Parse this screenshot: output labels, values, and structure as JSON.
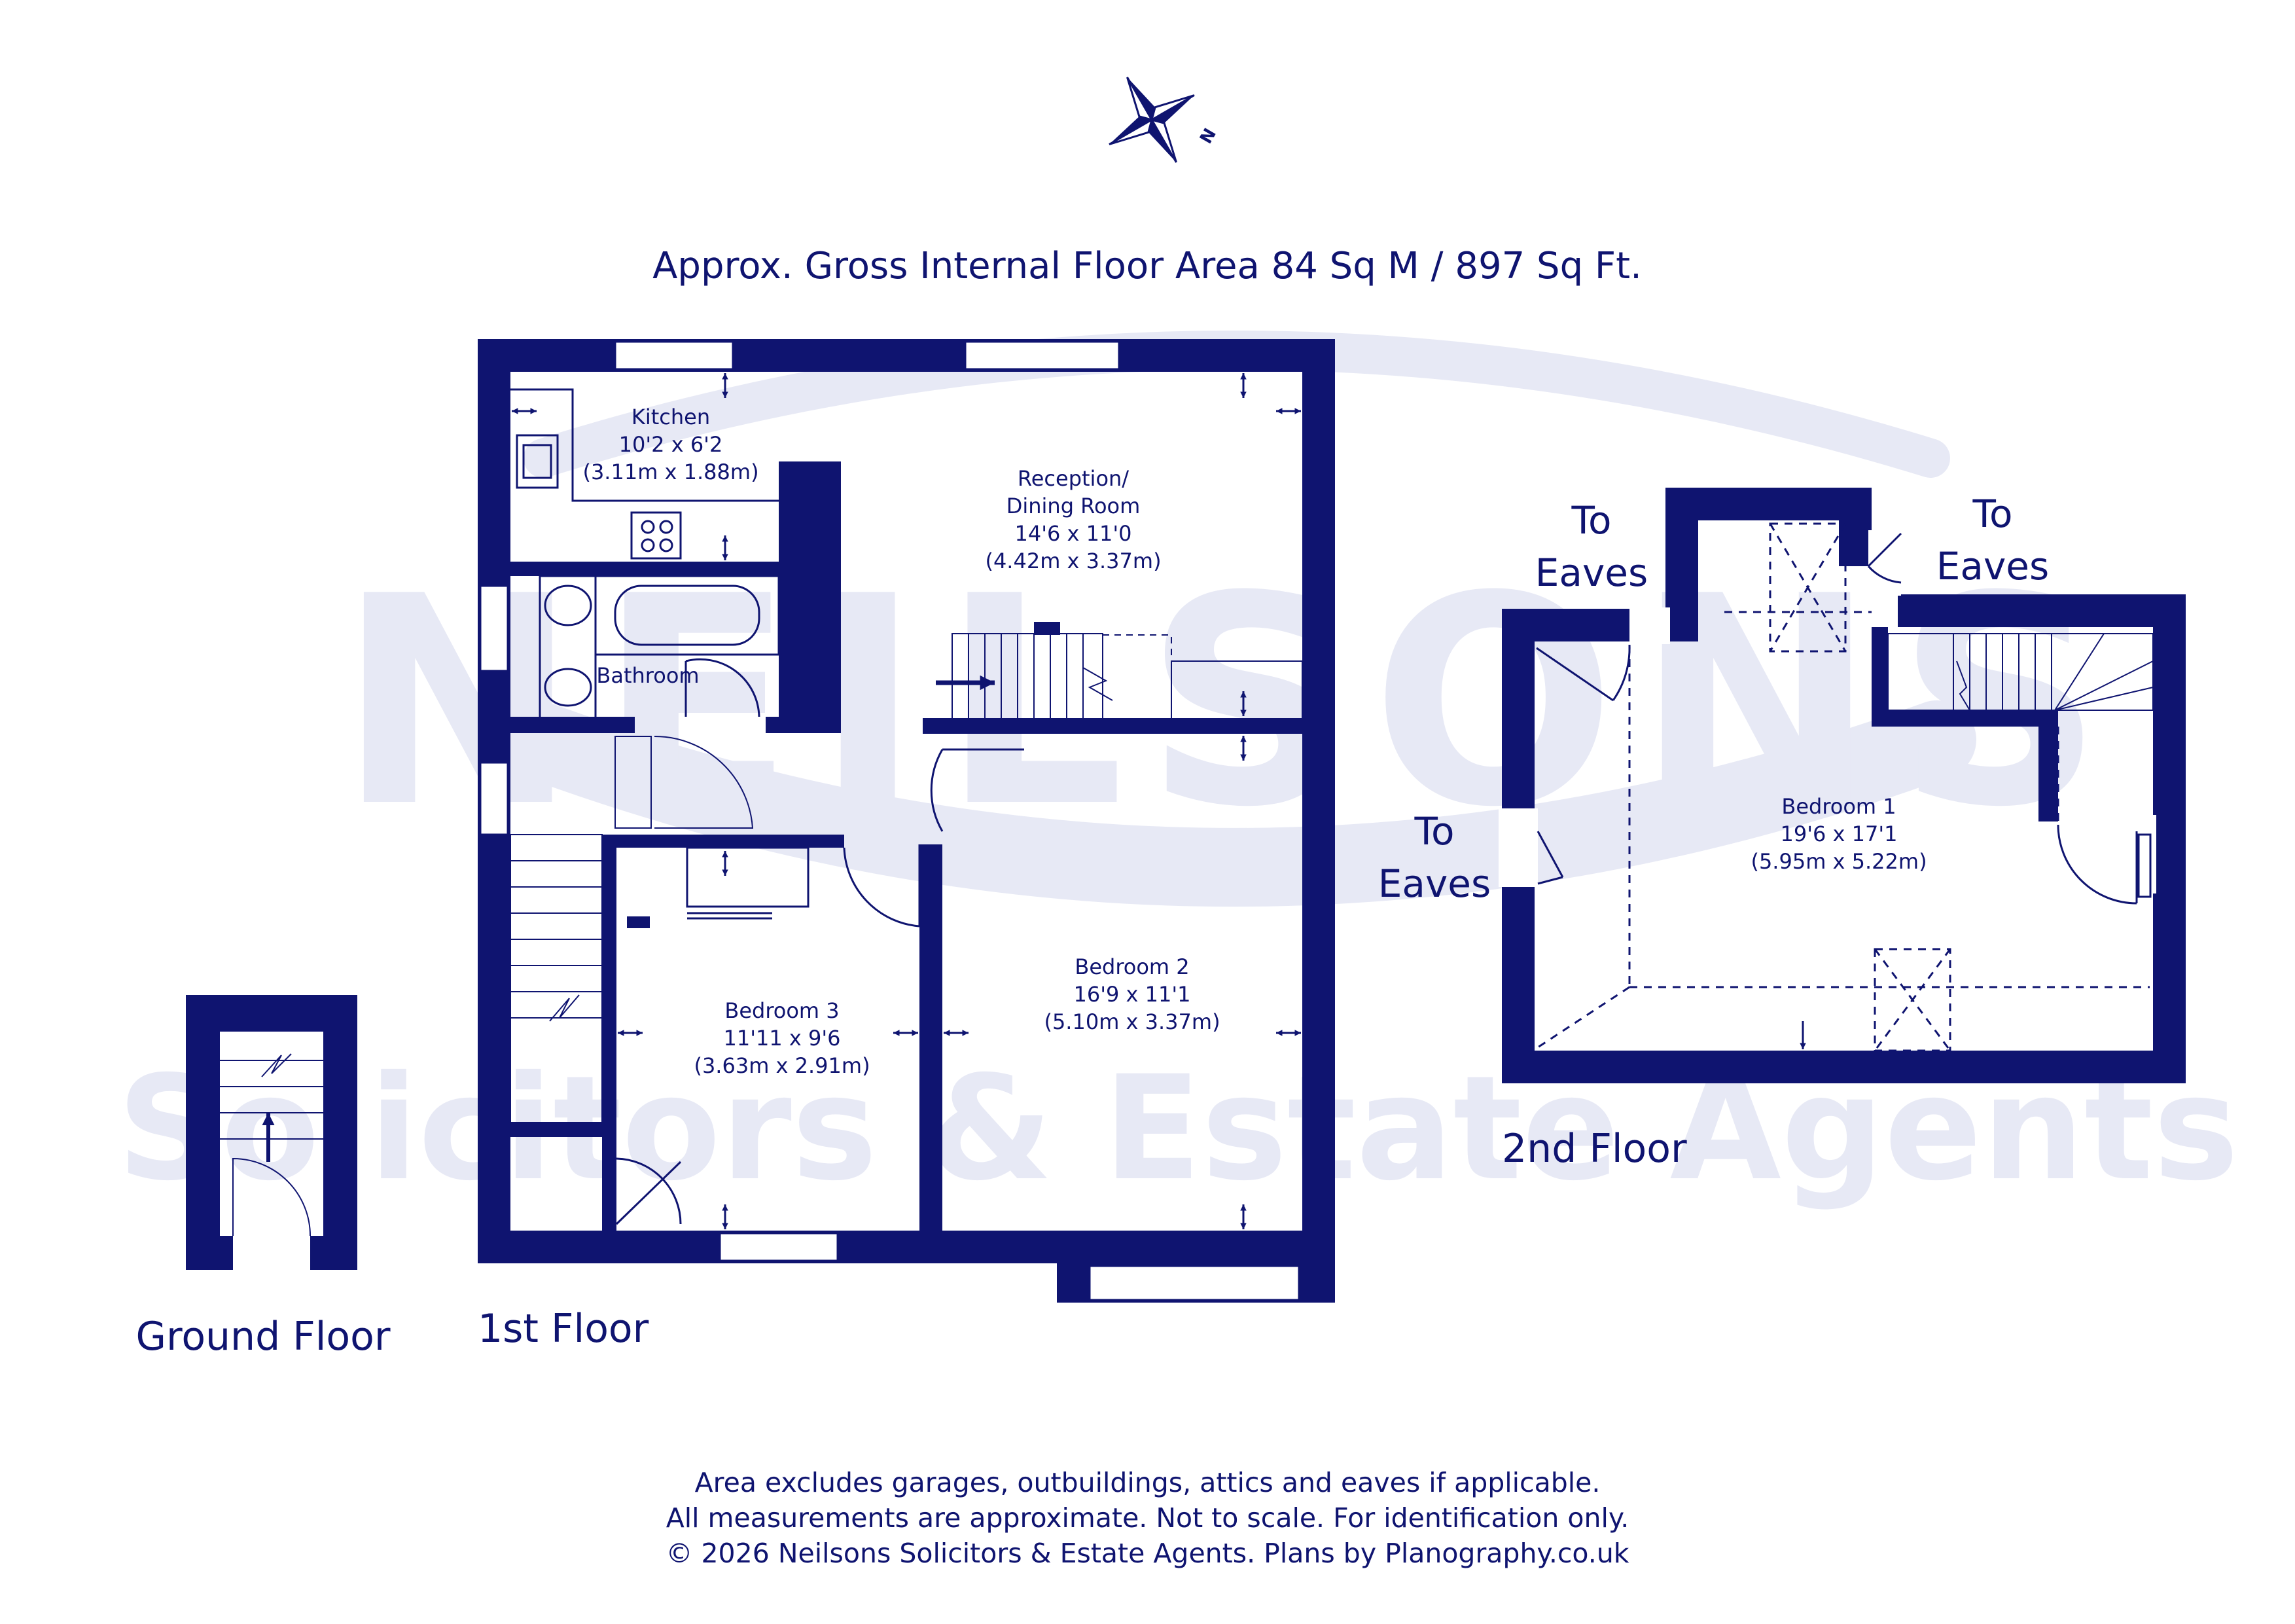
{
  "title": "Approx. Gross Internal Floor Area 84 Sq M / 897 Sq Ft.",
  "compass_label": "N",
  "watermark": {
    "brand": "NEILSONS",
    "tagline": "Solicitors & Estate Agents"
  },
  "floors": {
    "ground": "Ground Floor",
    "first": "1st Floor",
    "second": "2nd Floor"
  },
  "rooms": {
    "kitchen": {
      "name": "Kitchen",
      "imperial": "10'2 x 6'2",
      "metric": "(3.11m x 1.88m)"
    },
    "reception": {
      "name_line1": "Reception/",
      "name_line2": "Dining Room",
      "imperial": "14'6 x 11'0",
      "metric": "(4.42m x 3.37m)"
    },
    "bathroom": {
      "name": "Bathroom"
    },
    "bedroom3": {
      "name": "Bedroom 3",
      "imperial": "11'11 x 9'6",
      "metric": "(3.63m x 2.91m)"
    },
    "bedroom2": {
      "name": "Bedroom 2",
      "imperial": "16'9 x 11'1",
      "metric": "(5.10m x 3.37m)"
    },
    "bedroom1": {
      "name": "Bedroom 1",
      "imperial": "19'6 x 17'1",
      "metric": "(5.95m x 5.22m)"
    }
  },
  "eaves": {
    "line1": "To",
    "line2": "Eaves"
  },
  "footer": [
    "Area excludes garages, outbuildings, attics and eaves if applicable.",
    "All measurements are approximate. Not to scale. For identification only.",
    "© 2026 Neilsons Solicitors & Estate Agents. Plans by Planography.co.uk"
  ],
  "colors": {
    "ink": "#0f1470",
    "watermark": "#e7e9f5",
    "background": "#ffffff"
  }
}
